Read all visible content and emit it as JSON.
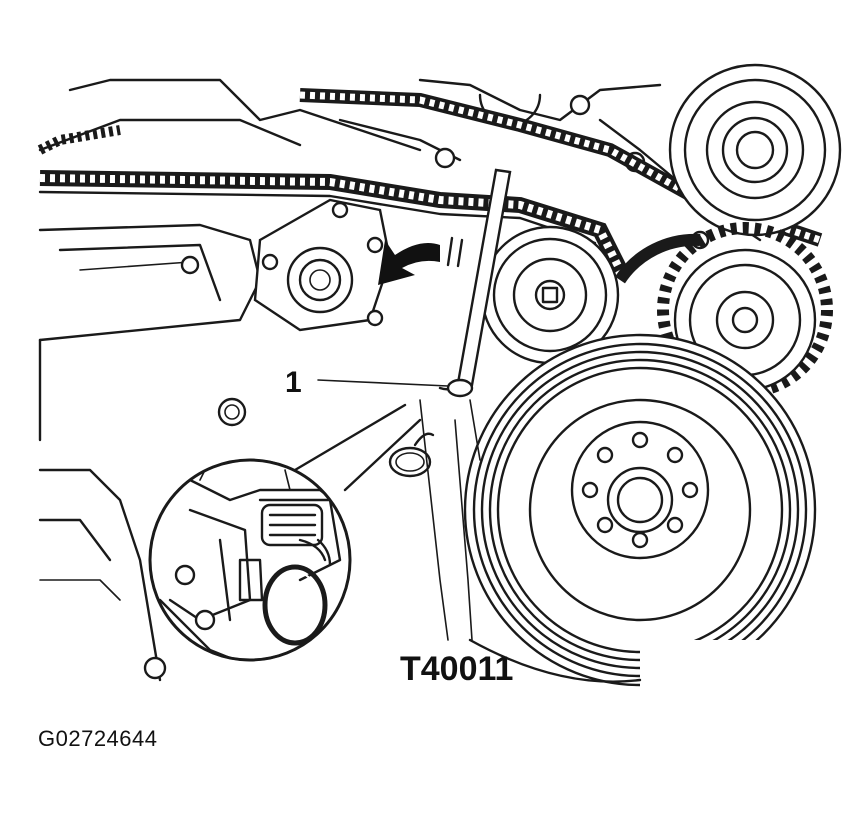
{
  "figure": {
    "callout_1": "1",
    "tool_label": "T40011",
    "figure_id": "G02724644"
  }
}
